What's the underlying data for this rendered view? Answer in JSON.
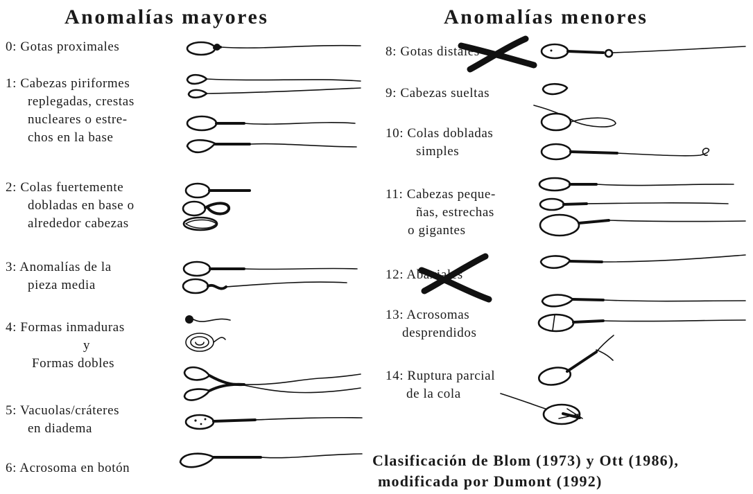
{
  "titles": {
    "major": "Anomalías mayores",
    "minor": "Anomalías menores"
  },
  "major": [
    {
      "id": 0,
      "lines": [
        "0: Gotas proximales"
      ]
    },
    {
      "id": 1,
      "lines": [
        "1: Cabezas piriformes",
        "replegadas, crestas",
        "nucleares o estre-",
        "chos en la base"
      ]
    },
    {
      "id": 2,
      "lines": [
        "2: Colas fuertemente",
        "dobladas en base o",
        "alrededor cabezas"
      ]
    },
    {
      "id": 3,
      "lines": [
        "3: Anomalías de la",
        "pieza media"
      ]
    },
    {
      "id": 4,
      "lines": [
        "4: Formas inmaduras",
        "y",
        "Formas dobles"
      ]
    },
    {
      "id": 5,
      "lines": [
        "5: Vacuolas/cráteres",
        "en diadema"
      ]
    },
    {
      "id": 6,
      "lines": [
        "6: Acrosoma en botón"
      ]
    }
  ],
  "minor": [
    {
      "id": 8,
      "lines": [
        "8: Gotas distales"
      ],
      "crossed_out": true
    },
    {
      "id": 9,
      "lines": [
        "9: Cabezas sueltas"
      ]
    },
    {
      "id": 10,
      "lines": [
        "10: Colas dobladas",
        "simples"
      ]
    },
    {
      "id": 11,
      "lines": [
        "11: Cabezas peque-",
        "ñas, estrechas",
        "o gigantes"
      ]
    },
    {
      "id": 12,
      "lines": [
        "12: Abaxiales"
      ],
      "crossed_out": true
    },
    {
      "id": 13,
      "lines": [
        "13: Acrosomas",
        "desprendidos"
      ]
    },
    {
      "id": 14,
      "lines": [
        "14: Ruptura parcial",
        "de la cola"
      ]
    }
  ],
  "caption": {
    "line1": "Clasificación de Blom (1973) y Ott (1986),",
    "line2": "modificada por Dumont (1992)"
  }
}
